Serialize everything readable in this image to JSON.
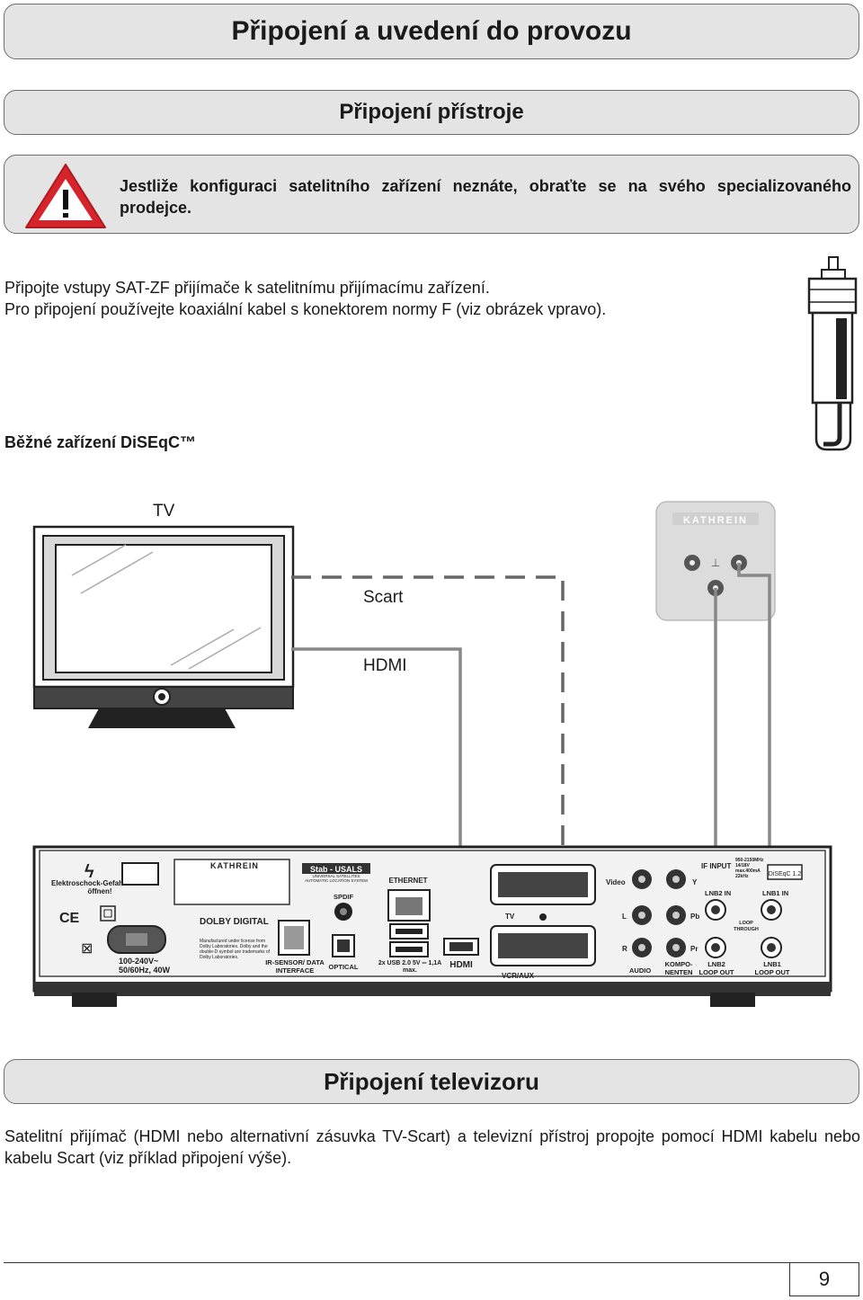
{
  "headings": {
    "main": "Připojení a uvedení do provozu",
    "device": "Připojení přístroje",
    "tv": "Připojení televizoru"
  },
  "warning": {
    "icon": "warning-triangle-icon",
    "text": "Jestliže konfiguraci satelitního zařízení neznáte, obraťte se na svého specializovaného prodejce."
  },
  "body": {
    "para1_line1": "Připojte vstupy SAT-ZF přijímače k satelitnímu přijímacímu zařízení.",
    "para1_line2": "Pro připojení používejte koaxiální kabel s konektorem normy F (viz obrázek vpravo).",
    "subheading": "Běžné zařízení DiSEqC™",
    "para2": "Satelitní přijímač (HDMI nebo alternativní zásuvka TV-Scart) a televizní přístroj propojte pomocí HDMI kabelu nebo kabelu Scart (viz příklad připojení výše)."
  },
  "diagram": {
    "tv_label": "TV",
    "scart_label": "Scart",
    "hdmi_label": "HDMI",
    "wall_socket_brand": "KATHREIN",
    "receiver": {
      "brand": "KATHREIN",
      "shock_warning": "Elektroschock-Gefahr! Nicht öffnen!",
      "power": "100-240V~ 50/60Hz, 40W",
      "stab_logo": "Stab - USALS",
      "stab_sub": "UNIVERSAL SATELLITES AUTOMATIC LOCATION SYSTEM",
      "dolby": "DOLBY DIGITAL",
      "dolby_note": "Manufactured under license from Dolby Laboratories. Dolby and the double-D symbol are trademarks of Dolby Laboratories.",
      "ir_sensor": "IR-SENSOR/ DATA INTERFACE",
      "spdif": "SPDIF",
      "optical": "OPTICAL",
      "ethernet": "ETHERNET",
      "usb": "2x USB 2.0 5V ═ 1,1A max.",
      "hdmi": "HDMI",
      "tv_scart": "TV",
      "vcr_scart": "VCR/AUX",
      "video": "Video",
      "audio": "AUDIO",
      "audio_l": "L",
      "audio_r": "R",
      "komponenten": "KOMPO- NENTEN",
      "y": "Y",
      "pb": "Pb",
      "pr": "Pr",
      "if_input": "IF INPUT",
      "if_spec": "950-2150MHz 14/18V max.400mA 22kHz",
      "diseqc": "DiSEqC 1.2",
      "lnb2_in": "LNB2 IN",
      "lnb1_in": "LNB1 IN",
      "loop_through": "LOOP THROUGH",
      "lnb2_out": "LNB2 LOOP OUT",
      "lnb1_out": "LNB1 LOOP OUT"
    }
  },
  "footer": {
    "page_number": "9"
  }
}
